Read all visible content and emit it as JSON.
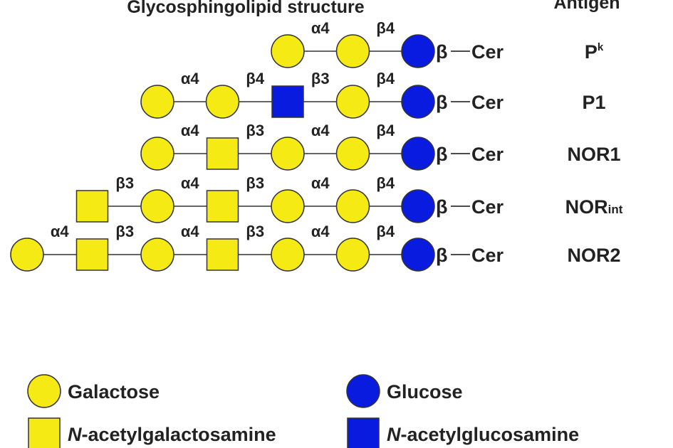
{
  "headers": {
    "structure": "Glycosphingolipid structure",
    "antigen": "Antigen"
  },
  "colors": {
    "galactose": "#F5EA14",
    "glucose": "#0A1BE0",
    "outline": "#333333",
    "text": "#222222"
  },
  "ceramide": {
    "linkage": "β",
    "label": "Cer"
  },
  "rows": [
    {
      "antigen": {
        "main": "P",
        "sup": "k",
        "sub": ""
      },
      "residues": [
        "Gal",
        "Gal",
        "Glc"
      ],
      "linkages": [
        "α4",
        "β4"
      ]
    },
    {
      "antigen": {
        "main": "P1",
        "sup": "",
        "sub": ""
      },
      "residues": [
        "Gal",
        "Gal",
        "GlcNAc",
        "Gal",
        "Glc"
      ],
      "linkages": [
        "α4",
        "β4",
        "β3",
        "β4"
      ]
    },
    {
      "antigen": {
        "main": "NOR1",
        "sup": "",
        "sub": ""
      },
      "residues": [
        "Gal",
        "GalNAc",
        "Gal",
        "Gal",
        "Glc"
      ],
      "linkages": [
        "α4",
        "β3",
        "α4",
        "β4"
      ]
    },
    {
      "antigen": {
        "main": "NOR",
        "sup": "",
        "sub": "int"
      },
      "residues": [
        "GalNAc",
        "Gal",
        "GalNAc",
        "Gal",
        "Gal",
        "Glc"
      ],
      "linkages": [
        "β3",
        "α4",
        "β3",
        "α4",
        "β4"
      ]
    },
    {
      "antigen": {
        "main": "NOR2",
        "sup": "",
        "sub": ""
      },
      "residues": [
        "Gal",
        "GalNAc",
        "Gal",
        "GalNAc",
        "Gal",
        "Gal",
        "Glc"
      ],
      "linkages": [
        "α4",
        "β3",
        "α4",
        "β3",
        "α4",
        "β4"
      ]
    }
  ],
  "legend": [
    {
      "shape": "Gal",
      "italic": "",
      "label": "Galactose"
    },
    {
      "shape": "Glc",
      "italic": "",
      "label": "Glucose"
    },
    {
      "shape": "GalNAc",
      "italic": "N",
      "label": "-acetylgalactosamine"
    },
    {
      "shape": "GlcNAc",
      "italic": "N",
      "label": "-acetylglucosamine"
    }
  ]
}
